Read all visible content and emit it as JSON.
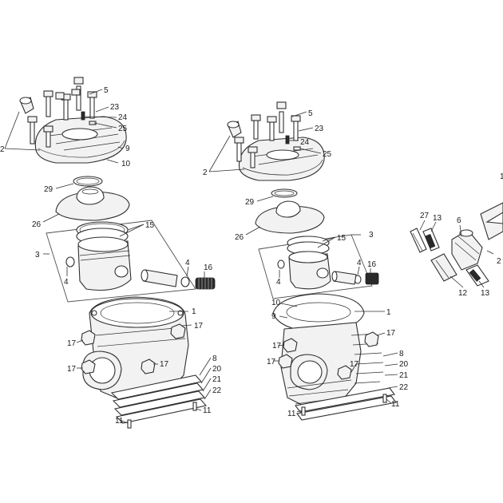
{
  "colors": {
    "line": "#303030",
    "fill": "#f2f2f2",
    "background": "#ffffff"
  },
  "left_assembly": {
    "labels": {
      "l5": "5",
      "l23": "23",
      "l24": "24",
      "l25": "25",
      "l2": "2",
      "l9": "9",
      "l10": "10",
      "l29": "29",
      "l26": "26",
      "l15": "15",
      "l3": "3",
      "l4a": "4",
      "l4b": "4",
      "l16": "16",
      "l1": "1",
      "l17a": "17",
      "l17b": "17",
      "l17c": "17",
      "l17d": "17",
      "l8": "8",
      "l20": "20",
      "l21": "21",
      "l22": "22",
      "l11a": "11",
      "l11b": "11"
    }
  },
  "right_assembly": {
    "labels": {
      "l5": "5",
      "l23": "23",
      "l24": "24",
      "l25": "25",
      "l2": "2",
      "l29": "29",
      "l26": "26",
      "l15": "15",
      "l3": "3",
      "l4a": "4",
      "l4b": "4",
      "l16": "16",
      "l10": "10",
      "l9": "9",
      "l1": "1",
      "l17a": "17",
      "l17b": "17",
      "l17c": "17",
      "l17d": "17",
      "l8": "8",
      "l20": "20",
      "l21": "21",
      "l22": "22",
      "l11a": "11",
      "l11b": "11"
    }
  },
  "reed_valve": {
    "labels": {
      "l27": "27",
      "l13a": "13",
      "l6": "6",
      "l2": "2",
      "l12": "12",
      "l13b": "13",
      "l1": "1"
    }
  }
}
